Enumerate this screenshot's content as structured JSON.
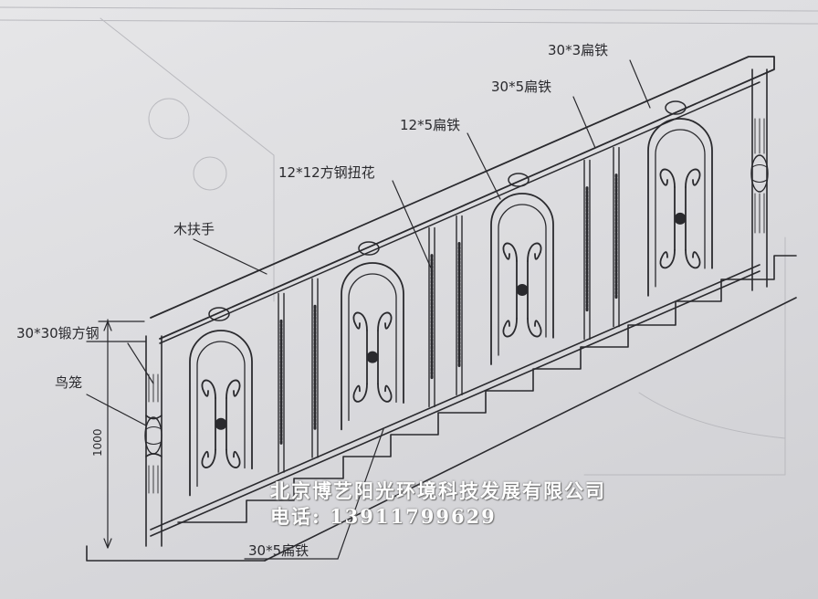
{
  "labels": {
    "flat_bar_30x3": "30*3扁铁",
    "flat_bar_30x5_top": "30*5扁铁",
    "flat_bar_12x5": "12*5扁铁",
    "twisted_bar": "12*12方钢扭花",
    "wood_handrail": "木扶手",
    "forged_post": "30*30锻方钢",
    "bird_cage": "鸟笼",
    "flat_bar_30x5_bottom": "30*5扁铁",
    "height_dim": "1000"
  },
  "watermark": {
    "company": "北京博艺阳光环境科技发展有限公司",
    "phone": "电话:  13911799629"
  },
  "colors": {
    "ink": "#2a2a2e",
    "paper": "#dcdcdf"
  }
}
